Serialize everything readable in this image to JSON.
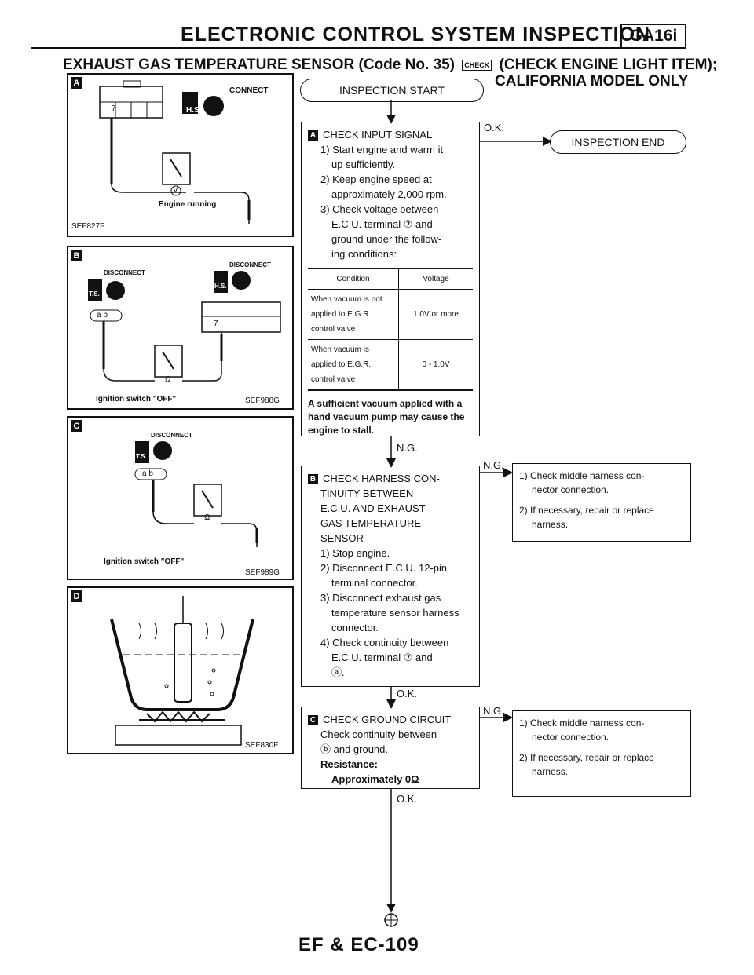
{
  "header": {
    "title": "ELECTRONIC CONTROL SYSTEM INSPECTION",
    "code": "GA16i",
    "subtitle_left": "EXHAUST GAS TEMPERATURE SENSOR (Code No. 35)",
    "check_icon_text": "CHECK",
    "subtitle_right": "(CHECK ENGINE LIGHT ITEM);",
    "subtitle_line2": "CALIFORNIA MODEL ONLY"
  },
  "figures": {
    "a": {
      "badge": "A",
      "connect": "CONNECT",
      "unit": "H.S.",
      "pin": "7",
      "meter": "V",
      "caption": "Engine running",
      "ref": "SEF827F"
    },
    "b": {
      "badge": "B",
      "disconnect1": "DISCONNECT",
      "disconnect2": "DISCONNECT",
      "unit1": "T.S.",
      "unit2": "H.S.",
      "term": "a b",
      "pin": "7",
      "meter": "Ω",
      "caption": "Ignition switch \"OFF\"",
      "ref": "SEF988G"
    },
    "c": {
      "badge": "C",
      "disconnect": "DISCONNECT",
      "unit": "T.S.",
      "term": "a b",
      "meter": "Ω",
      "caption": "Ignition switch \"OFF\"",
      "ref": "SEF989G"
    },
    "d": {
      "badge": "D",
      "ref": "SEF830F"
    }
  },
  "flow": {
    "start": "INSPECTION START",
    "end": "INSPECTION END",
    "ok": "O.K.",
    "ng": "N.G.",
    "step_a": {
      "badge": "A",
      "title": "CHECK INPUT SIGNAL",
      "lines": [
        "1) Start engine and warm it",
        "up sufficiently.",
        "2) Keep engine speed at",
        "approximately 2,000 rpm.",
        "3) Check voltage between",
        "E.C.U. terminal ⑦ and",
        "ground under the follow-",
        "ing conditions:"
      ],
      "table": {
        "headers": [
          "Condition",
          "Voltage"
        ],
        "rows": [
          [
            "When vacuum is not applied to E.G.R. control valve",
            "1.0V or more"
          ],
          [
            "When vacuum is applied to E.G.R. control valve",
            "0 - 1.0V"
          ]
        ]
      },
      "note": "A sufficient vacuum applied with a hand vacuum pump may cause the engine to stall."
    },
    "step_b": {
      "badge": "B",
      "title_lines": [
        "CHECK HARNESS CON-",
        "TINUITY BETWEEN",
        "E.C.U. AND EXHAUST",
        "GAS TEMPERATURE",
        "SENSOR"
      ],
      "lines": [
        "1) Stop engine.",
        "2) Disconnect E.C.U. 12-pin",
        "terminal connector.",
        "3) Disconnect exhaust gas",
        "temperature sensor harness",
        "connector.",
        "4) Check continuity between",
        "E.C.U. terminal ⑦ and",
        "ⓐ."
      ]
    },
    "step_c": {
      "badge": "C",
      "title": "CHECK GROUND CIRCUIT",
      "lines": [
        "Check continuity between",
        "ⓑ and ground."
      ],
      "resistance_label": "Resistance:",
      "resistance_value": "Approximately 0Ω"
    },
    "ng_box_1": {
      "lines": [
        "1) Check middle harness con-",
        "nector connection.",
        "2) If necessary, repair or replace",
        "harness."
      ]
    },
    "ng_box_2": {
      "lines": [
        "1) Check middle harness con-",
        "nector connection.",
        "2) If necessary, repair or replace",
        "harness."
      ]
    }
  },
  "footer": {
    "page": "EF & EC-109"
  }
}
